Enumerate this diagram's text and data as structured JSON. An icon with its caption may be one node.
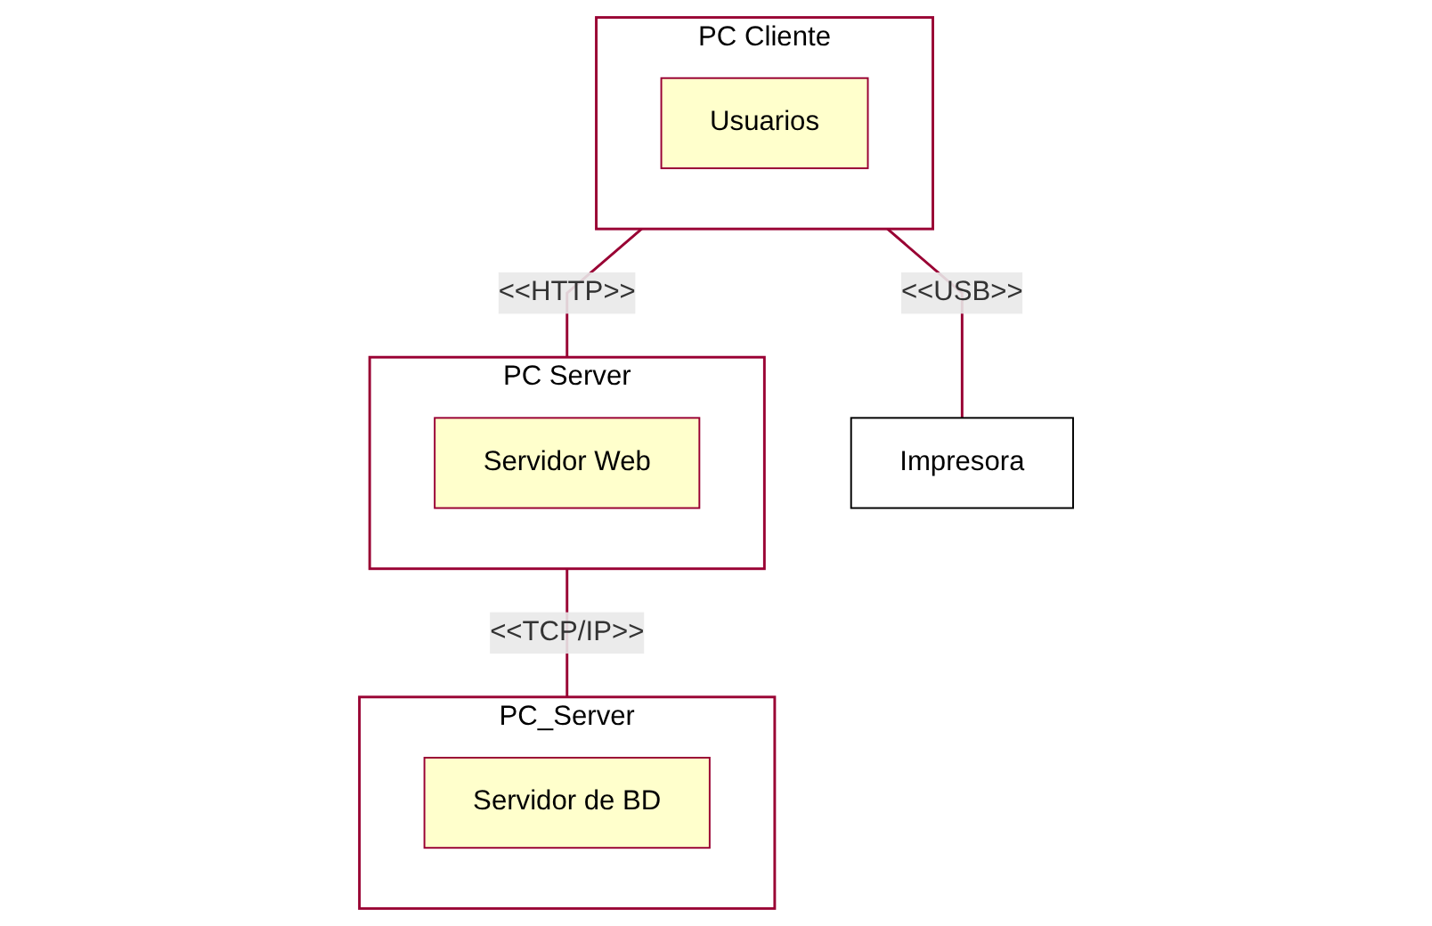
{
  "diagram": {
    "nodes": [
      {
        "text": [
          "PC Cliente"
        ]
      },
      {
        "text": [
          "Usuarios"
        ],
        "in": 0
      },
      {
        "text": [
          "PC Server"
        ]
      },
      {
        "text": [
          "Servidor Web"
        ],
        "in": 2
      },
      {
        "text": [
          "Impresora"
        ]
      },
      {
        "text": [
          "PC_Server"
        ]
      },
      {
        "text": [
          "Servidor de BD"
        ],
        "in": 5
      }
    ],
    "edges": [
      {
        "from": 0,
        "to": 2,
        "arrow": "none",
        "label": "<<HTTP>>"
      },
      {
        "from": 0,
        "to": 4,
        "arrow": "none",
        "label": "<<USB>>"
      },
      {
        "from": 2,
        "to": 5,
        "arrow": "none",
        "label": "<<TCP/IP>>"
      }
    ]
  }
}
